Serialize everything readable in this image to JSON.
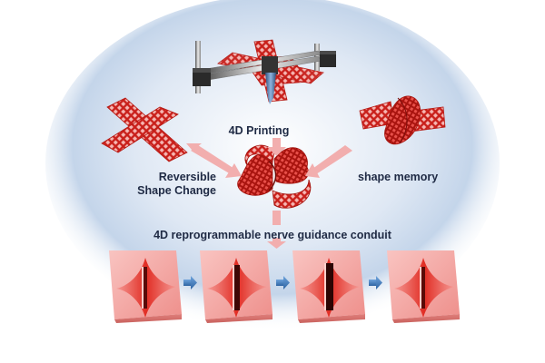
{
  "labels": {
    "printing": "4D Printing",
    "reversible_line1": "Reversible",
    "reversible_line2": "Shape Change",
    "shape_memory": "shape memory",
    "conduit": "4D reprogrammable  nerve guidance conduit"
  },
  "colors": {
    "mesh_red": "#e0332c",
    "panel_pink": "#f4a3a0",
    "arrow_pink": "#f2aeae",
    "arrow_blue": "#3a78b8",
    "glow_blue": "#b7cbe6",
    "text_navy": "#1f2a44"
  },
  "conduit_stages": [
    {
      "name": "stage-1"
    },
    {
      "name": "stage-2"
    },
    {
      "name": "stage-3"
    },
    {
      "name": "stage-4"
    }
  ]
}
